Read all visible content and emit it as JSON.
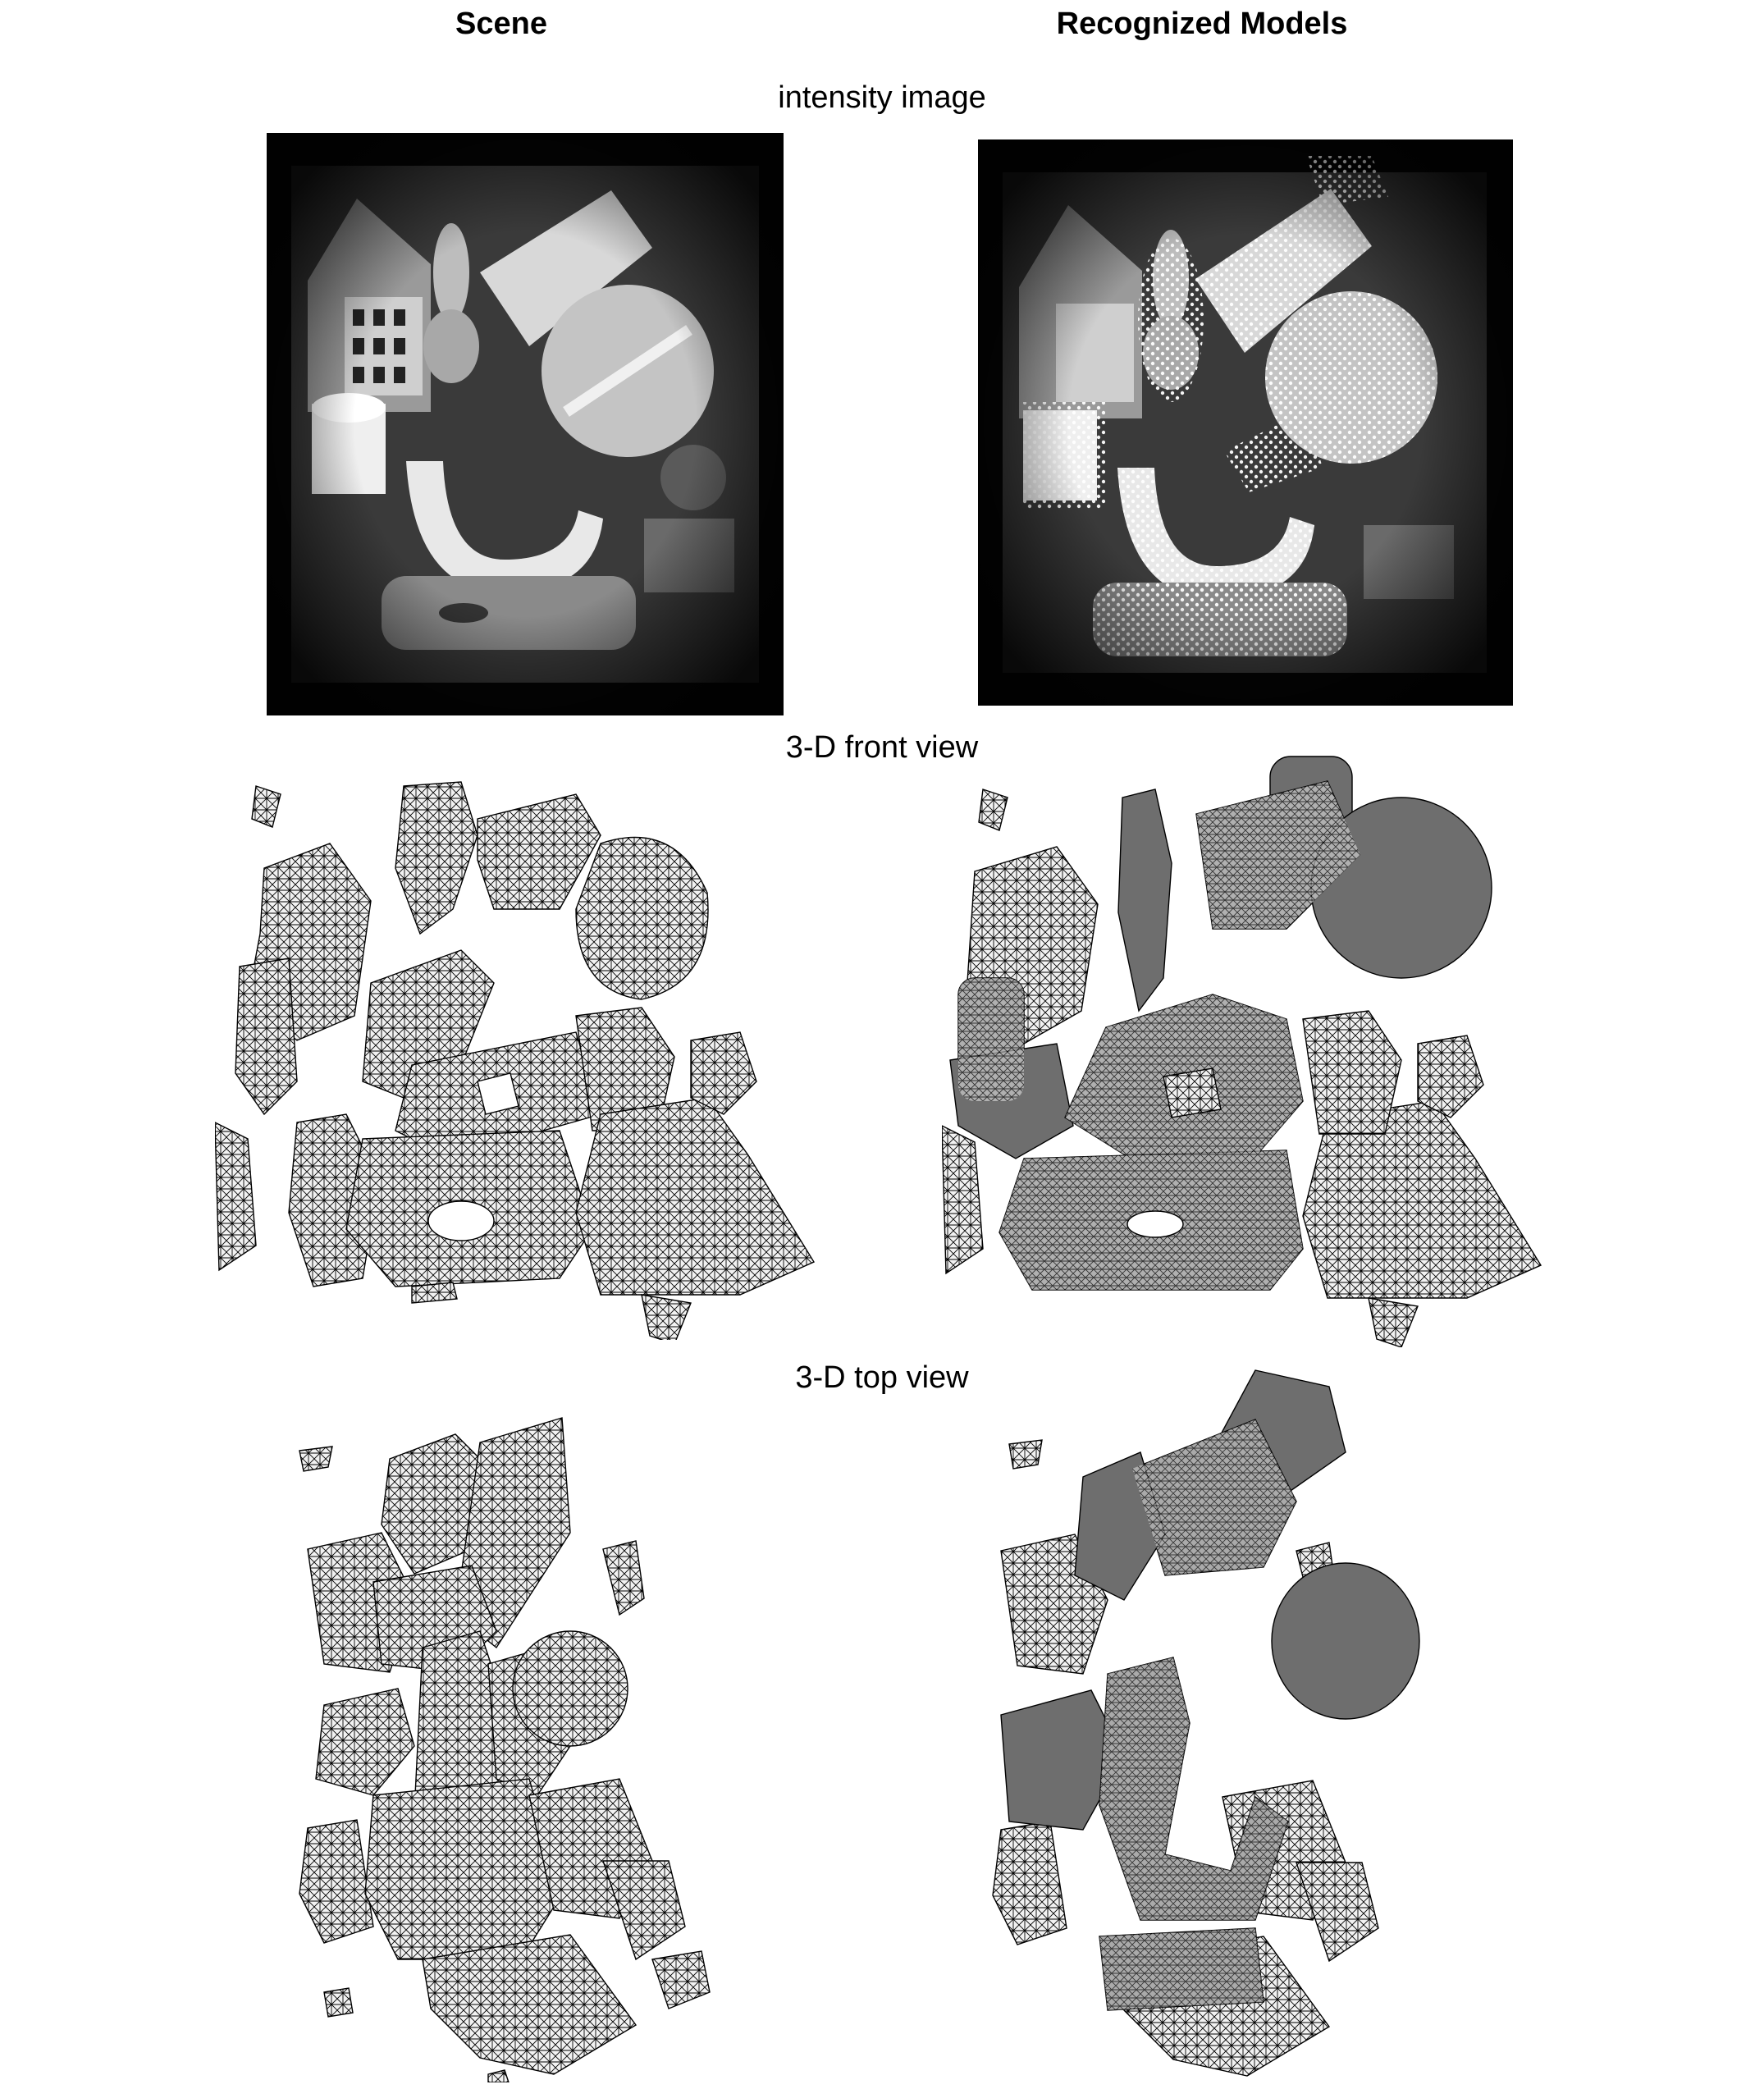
{
  "headings": {
    "scene": "Scene",
    "recognized": "Recognized Models"
  },
  "sections": {
    "intensity": "intensity image",
    "front": "3-D front view",
    "top": "3-D top view"
  },
  "colors": {
    "background": "#ffffff",
    "photo_dark": "#050505",
    "mesh_line": "#000000",
    "model_shade": "#6e6e6e",
    "overlay_points": "#ffffff"
  }
}
